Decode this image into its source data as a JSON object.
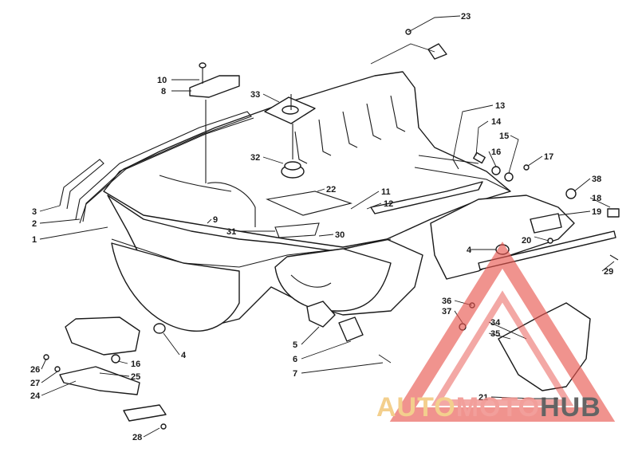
{
  "callouts": [
    {
      "id": "c23",
      "text": "23"
    },
    {
      "id": "c10",
      "text": "10"
    },
    {
      "id": "c8",
      "text": "8"
    },
    {
      "id": "c33",
      "text": "33"
    },
    {
      "id": "c13",
      "text": "13"
    },
    {
      "id": "c14",
      "text": "14"
    },
    {
      "id": "c15",
      "text": "15"
    },
    {
      "id": "c16a",
      "text": "16"
    },
    {
      "id": "c17",
      "text": "17"
    },
    {
      "id": "c32",
      "text": "32"
    },
    {
      "id": "c22",
      "text": "22"
    },
    {
      "id": "c11",
      "text": "11"
    },
    {
      "id": "c12",
      "text": "12"
    },
    {
      "id": "c38",
      "text": "38"
    },
    {
      "id": "c18",
      "text": "18"
    },
    {
      "id": "c19",
      "text": "19"
    },
    {
      "id": "c3",
      "text": "3"
    },
    {
      "id": "c2",
      "text": "2"
    },
    {
      "id": "c1",
      "text": "1"
    },
    {
      "id": "c9",
      "text": "9"
    },
    {
      "id": "c31",
      "text": "31"
    },
    {
      "id": "c30",
      "text": "30"
    },
    {
      "id": "c20",
      "text": "20"
    },
    {
      "id": "c4a",
      "text": "4"
    },
    {
      "id": "c29",
      "text": "29"
    },
    {
      "id": "c36",
      "text": "36"
    },
    {
      "id": "c37",
      "text": "37"
    },
    {
      "id": "c34",
      "text": "34"
    },
    {
      "id": "c35",
      "text": "35"
    },
    {
      "id": "c4b",
      "text": "4"
    },
    {
      "id": "c5",
      "text": "5"
    },
    {
      "id": "c6",
      "text": "6"
    },
    {
      "id": "c7",
      "text": "7"
    },
    {
      "id": "c26",
      "text": "26"
    },
    {
      "id": "c16b",
      "text": "16"
    },
    {
      "id": "c27",
      "text": "27"
    },
    {
      "id": "c25",
      "text": "25"
    },
    {
      "id": "c24",
      "text": "24"
    },
    {
      "id": "c28",
      "text": "28"
    },
    {
      "id": "c21",
      "text": "21"
    }
  ],
  "watermark": {
    "part1": "AUTO",
    "part2": "MOTO",
    "part3": "HUB",
    "color_auto": "#f2c77a",
    "color_moto": "#f08f8a",
    "color_hub": "#4a4a4a",
    "triangle_color": "#e8554f"
  }
}
